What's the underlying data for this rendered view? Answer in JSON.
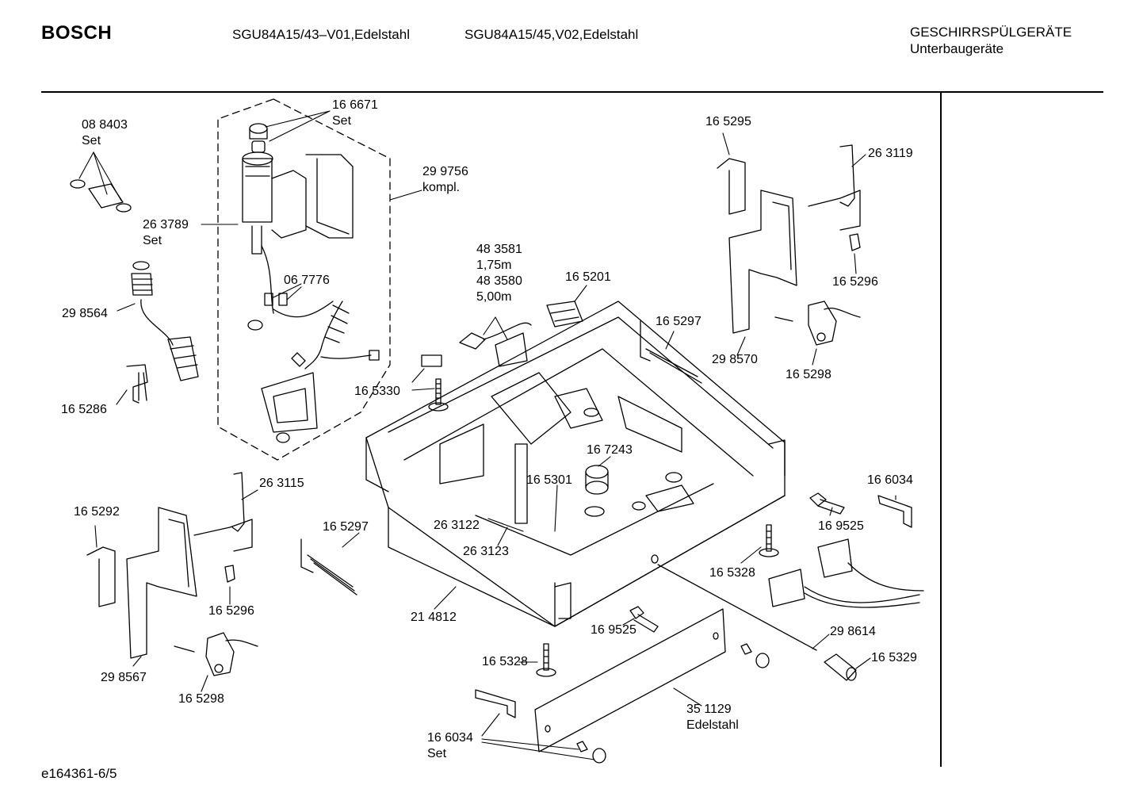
{
  "header": {
    "brand": "BOSCH",
    "model_1": "SGU84A15/43–V01,Edelstahl",
    "model_2": "SGU84A15/45,V02,Edelstahl",
    "category": "GESCHIRRSPÜLGERÄTE",
    "subcategory": "Unterbaugeräte"
  },
  "footer": {
    "drawing_id": "e164361-6/5"
  },
  "labels": [
    {
      "id": "l1",
      "lines": [
        "08 8403",
        "Set"
      ]
    },
    {
      "id": "l2",
      "lines": [
        "16 6671",
        "Set"
      ]
    },
    {
      "id": "l3",
      "lines": [
        "29 9756",
        "kompl."
      ]
    },
    {
      "id": "l4",
      "lines": [
        "26 3789",
        "Set"
      ]
    },
    {
      "id": "l5",
      "lines": [
        "29 8564"
      ]
    },
    {
      "id": "l6",
      "lines": [
        "06 7776"
      ]
    },
    {
      "id": "l7",
      "lines": [
        "16 5286"
      ]
    },
    {
      "id": "l8",
      "lines": [
        "48 3581",
        "1,75m",
        "48 3580",
        "5,00m"
      ]
    },
    {
      "id": "l9",
      "lines": [
        "16 5201"
      ]
    },
    {
      "id": "l10",
      "lines": [
        "16 5330"
      ]
    },
    {
      "id": "l11",
      "lines": [
        "16 5295"
      ]
    },
    {
      "id": "l12",
      "lines": [
        "26 3119"
      ]
    },
    {
      "id": "l13",
      "lines": [
        "16 5296"
      ]
    },
    {
      "id": "l14",
      "lines": [
        "16 5297"
      ]
    },
    {
      "id": "l15",
      "lines": [
        "29 8570"
      ]
    },
    {
      "id": "l16",
      "lines": [
        "16 5298"
      ]
    },
    {
      "id": "l17",
      "lines": [
        "16 7243"
      ]
    },
    {
      "id": "l18",
      "lines": [
        "16 5301"
      ]
    },
    {
      "id": "l19",
      "lines": [
        "16 6034"
      ]
    },
    {
      "id": "l20",
      "lines": [
        "26 3115"
      ]
    },
    {
      "id": "l21",
      "lines": [
        "16 5292"
      ]
    },
    {
      "id": "l22",
      "lines": [
        "16 5297"
      ]
    },
    {
      "id": "l23",
      "lines": [
        "26 3122"
      ]
    },
    {
      "id": "l24",
      "lines": [
        "26 3123"
      ]
    },
    {
      "id": "l25",
      "lines": [
        "16 9525"
      ]
    },
    {
      "id": "l26",
      "lines": [
        "16 5328"
      ]
    },
    {
      "id": "l27",
      "lines": [
        "16 5296"
      ]
    },
    {
      "id": "l28",
      "lines": [
        "21 4812"
      ]
    },
    {
      "id": "l29",
      "lines": [
        "16 9525"
      ]
    },
    {
      "id": "l30",
      "lines": [
        "29 8614"
      ]
    },
    {
      "id": "l31",
      "lines": [
        "16 5329"
      ]
    },
    {
      "id": "l32",
      "lines": [
        "29 8567"
      ]
    },
    {
      "id": "l33",
      "lines": [
        "16 5328"
      ]
    },
    {
      "id": "l34",
      "lines": [
        "16 5298"
      ]
    },
    {
      "id": "l35",
      "lines": [
        "35 1129",
        "Edelstahl"
      ]
    },
    {
      "id": "l36",
      "lines": [
        "16 6034",
        "Set"
      ]
    }
  ]
}
